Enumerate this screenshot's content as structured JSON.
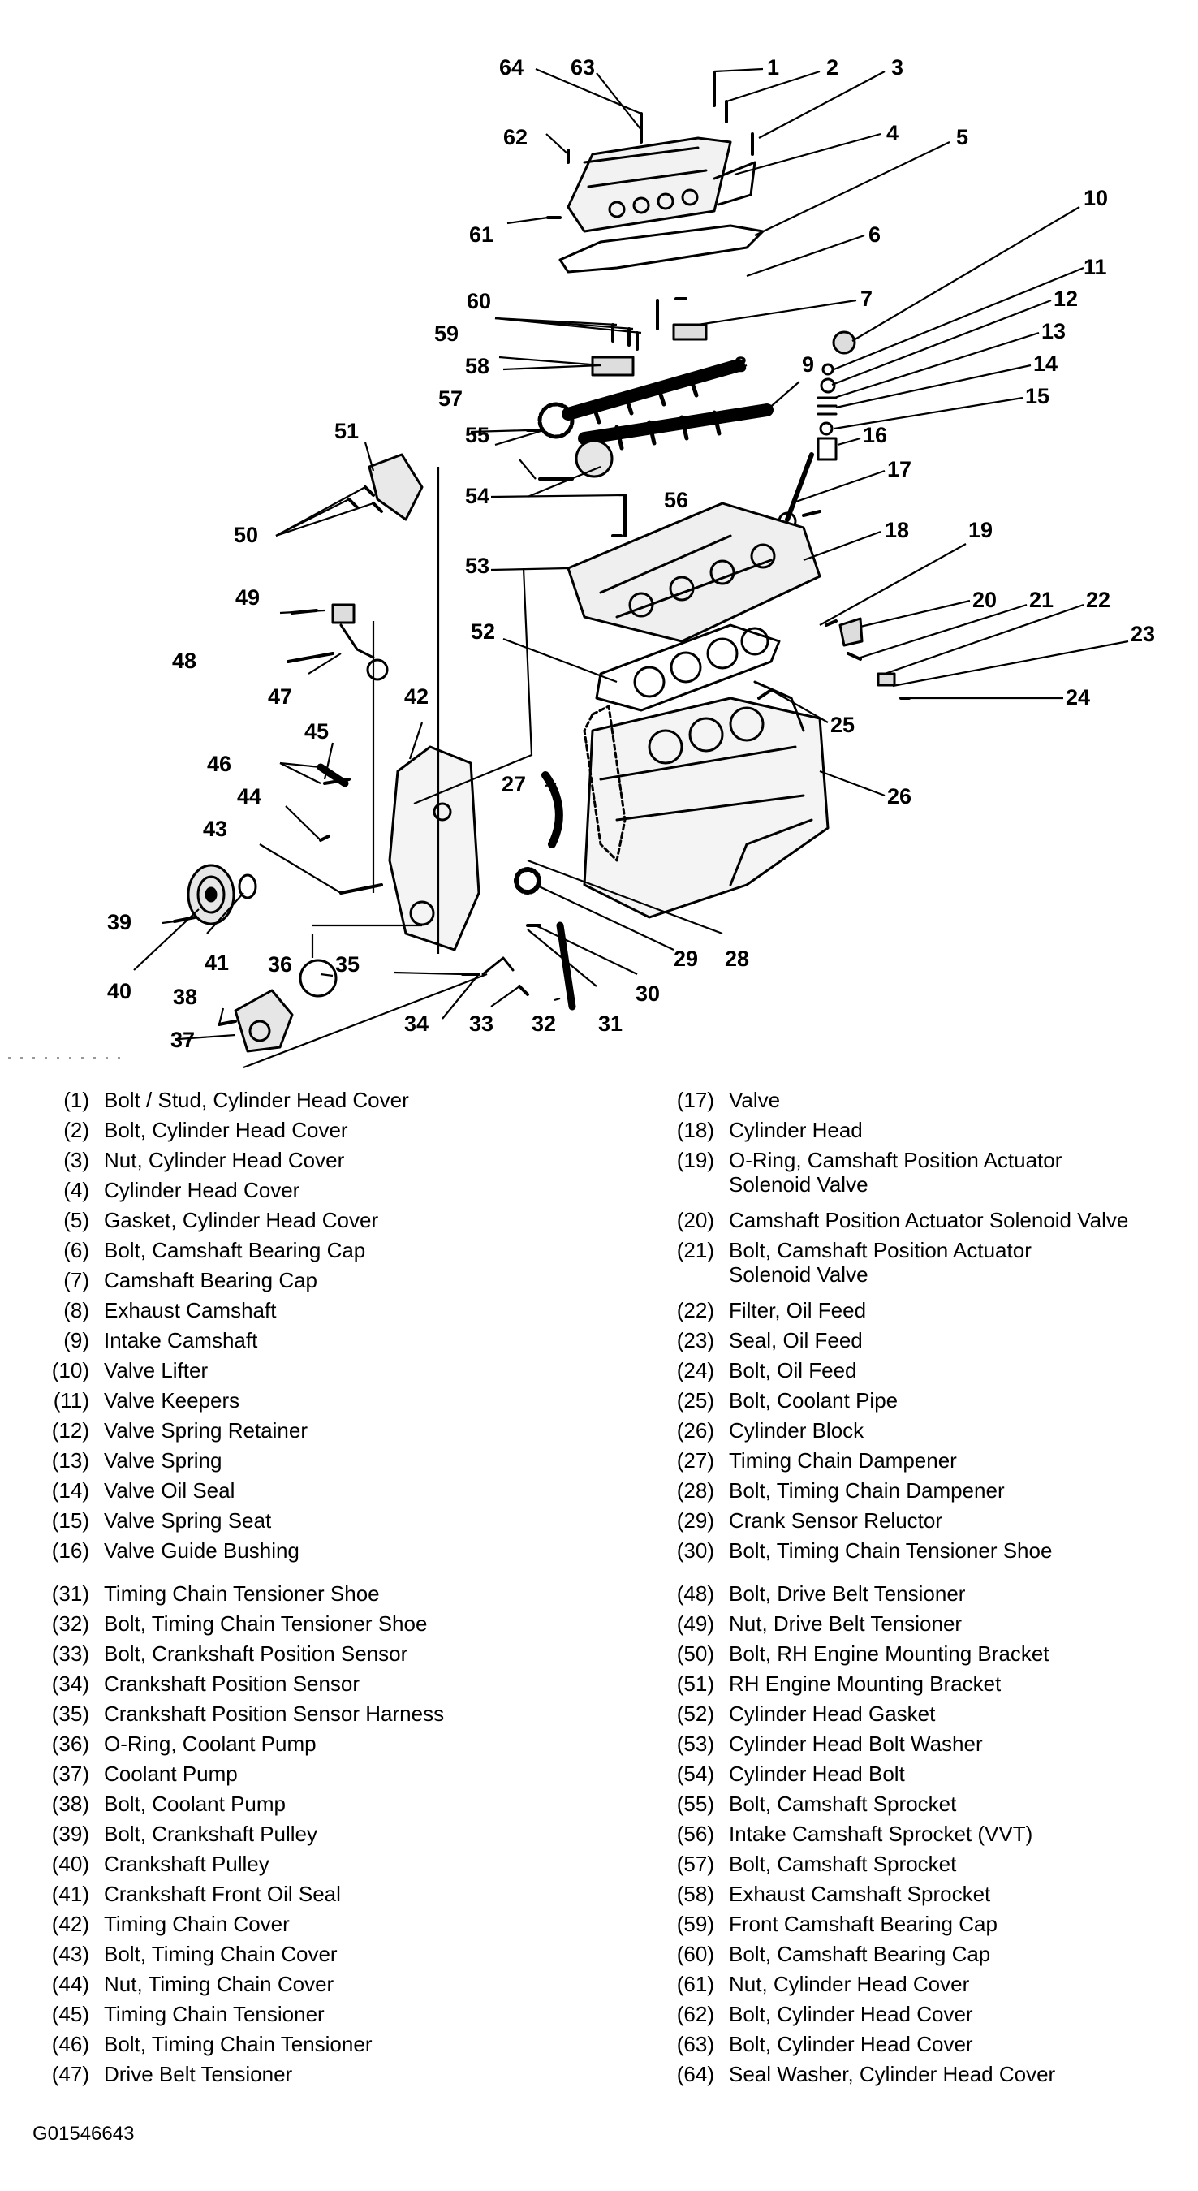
{
  "figure_id": "G01546643",
  "callouts": [
    "1",
    "2",
    "3",
    "4",
    "5",
    "6",
    "7",
    "8",
    "9",
    "10",
    "11",
    "12",
    "13",
    "14",
    "15",
    "16",
    "17",
    "18",
    "19",
    "20",
    "21",
    "22",
    "23",
    "24",
    "25",
    "26",
    "27",
    "28",
    "29",
    "30",
    "31",
    "32",
    "33",
    "34",
    "35",
    "36",
    "37",
    "38",
    "39",
    "40",
    "41",
    "42",
    "43",
    "44",
    "45",
    "46",
    "47",
    "48",
    "49",
    "50",
    "51",
    "52",
    "53",
    "54",
    "55",
    "56",
    "57",
    "58",
    "59",
    "60",
    "61",
    "62",
    "63",
    "64"
  ],
  "legend": [
    {
      "num": "(1)",
      "text": "Bolt / Stud, Cylinder Head Cover"
    },
    {
      "num": "(2)",
      "text": "Bolt, Cylinder Head Cover"
    },
    {
      "num": "(3)",
      "text": "Nut, Cylinder Head Cover"
    },
    {
      "num": "(4)",
      "text": "Cylinder Head Cover"
    },
    {
      "num": "(5)",
      "text": "Gasket, Cylinder Head Cover"
    },
    {
      "num": "(6)",
      "text": "Bolt, Camshaft Bearing Cap"
    },
    {
      "num": "(7)",
      "text": "Camshaft Bearing Cap"
    },
    {
      "num": "(8)",
      "text": "Exhaust Camshaft"
    },
    {
      "num": "(9)",
      "text": "Intake Camshaft"
    },
    {
      "num": "(10)",
      "text": "Valve Lifter"
    },
    {
      "num": "(11)",
      "text": "Valve Keepers"
    },
    {
      "num": "(12)",
      "text": "Valve Spring Retainer"
    },
    {
      "num": "(13)",
      "text": "Valve Spring"
    },
    {
      "num": "(14)",
      "text": "Valve Oil Seal"
    },
    {
      "num": "(15)",
      "text": "Valve Spring Seat"
    },
    {
      "num": "(16)",
      "text": "Valve Guide Bushing"
    },
    {
      "num": "(17)",
      "text": "Valve"
    },
    {
      "num": "(18)",
      "text": "Cylinder Head"
    },
    {
      "num": "(19)",
      "text": "O-Ring, Camshaft Position Actuator\nSolenoid Valve"
    },
    {
      "num": "(20)",
      "text": "Camshaft Position Actuator Solenoid Valve"
    },
    {
      "num": "(21)",
      "text": "Bolt, Camshaft Position Actuator\nSolenoid Valve"
    },
    {
      "num": "(22)",
      "text": "Filter, Oil Feed"
    },
    {
      "num": "(23)",
      "text": "Seal, Oil Feed"
    },
    {
      "num": "(24)",
      "text": "Bolt, Oil Feed"
    },
    {
      "num": "(25)",
      "text": "Bolt, Coolant Pipe"
    },
    {
      "num": "(26)",
      "text": "Cylinder Block"
    },
    {
      "num": "(27)",
      "text": "Timing Chain Dampener"
    },
    {
      "num": "(28)",
      "text": "Bolt, Timing Chain Dampener"
    },
    {
      "num": "(29)",
      "text": "Crank Sensor Reluctor"
    },
    {
      "num": "(30)",
      "text": "Bolt, Timing Chain Tensioner Shoe"
    },
    {
      "num": "(31)",
      "text": "Timing Chain Tensioner Shoe"
    },
    {
      "num": "(32)",
      "text": "Bolt, Timing Chain Tensioner Shoe"
    },
    {
      "num": "(33)",
      "text": "Bolt, Crankshaft Position Sensor"
    },
    {
      "num": "(34)",
      "text": "Crankshaft Position Sensor"
    },
    {
      "num": "(35)",
      "text": "Crankshaft Position Sensor Harness"
    },
    {
      "num": "(36)",
      "text": "O-Ring, Coolant Pump"
    },
    {
      "num": "(37)",
      "text": "Coolant Pump"
    },
    {
      "num": "(38)",
      "text": "Bolt, Coolant Pump"
    },
    {
      "num": "(39)",
      "text": "Bolt, Crankshaft Pulley"
    },
    {
      "num": "(40)",
      "text": "Crankshaft Pulley"
    },
    {
      "num": "(41)",
      "text": "Crankshaft Front Oil Seal"
    },
    {
      "num": "(42)",
      "text": "Timing Chain Cover"
    },
    {
      "num": "(43)",
      "text": "Bolt, Timing Chain Cover"
    },
    {
      "num": "(44)",
      "text": "Nut, Timing Chain Cover"
    },
    {
      "num": "(45)",
      "text": "Timing Chain Tensioner"
    },
    {
      "num": "(46)",
      "text": "Bolt, Timing Chain Tensioner"
    },
    {
      "num": "(47)",
      "text": "Drive Belt Tensioner"
    },
    {
      "num": "(48)",
      "text": "Bolt, Drive Belt Tensioner"
    },
    {
      "num": "(49)",
      "text": "Nut, Drive Belt Tensioner"
    },
    {
      "num": "(50)",
      "text": "Bolt, RH Engine Mounting Bracket"
    },
    {
      "num": "(51)",
      "text": "RH Engine Mounting Bracket"
    },
    {
      "num": "(52)",
      "text": "Cylinder Head Gasket"
    },
    {
      "num": "(53)",
      "text": "Cylinder Head Bolt Washer"
    },
    {
      "num": "(54)",
      "text": "Cylinder Head Bolt"
    },
    {
      "num": "(55)",
      "text": "Bolt, Camshaft Sprocket"
    },
    {
      "num": "(56)",
      "text": "Intake Camshaft Sprocket (VVT)"
    },
    {
      "num": "(57)",
      "text": "Bolt, Camshaft Sprocket"
    },
    {
      "num": "(58)",
      "text": "Exhaust Camshaft Sprocket"
    },
    {
      "num": "(59)",
      "text": "Front Camshaft Bearing Cap"
    },
    {
      "num": "(60)",
      "text": "Bolt, Camshaft Bearing Cap"
    },
    {
      "num": "(61)",
      "text": "Nut, Cylinder Head Cover"
    },
    {
      "num": "(62)",
      "text": "Bolt, Cylinder Head Cover"
    },
    {
      "num": "(63)",
      "text": "Bolt, Cylinder Head Cover"
    },
    {
      "num": "(64)",
      "text": "Seal Washer, Cylinder Head Cover"
    }
  ]
}
